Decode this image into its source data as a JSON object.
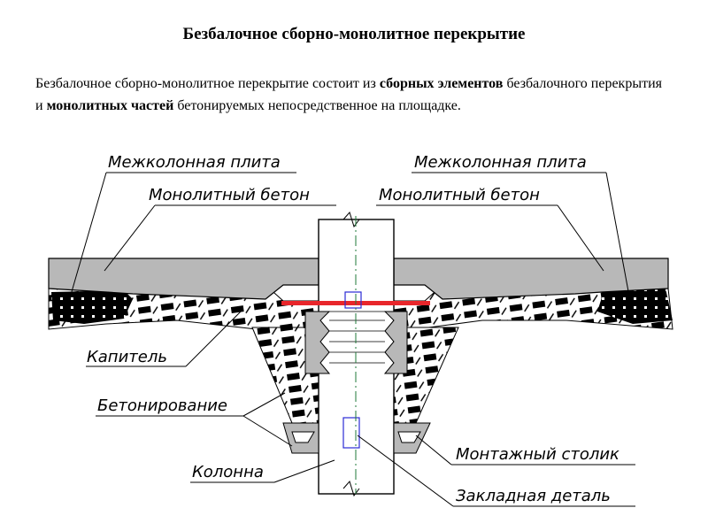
{
  "title": "Безбалочное сборно-монолитное перекрытие",
  "intro": {
    "part1": "Безбалочное сборно-монолитное перекрытие состоит из ",
    "bold1": "сборных элементов",
    "part2": " безбалочного перекрытия и ",
    "bold2": "монолитных частей",
    "part3": " бетонируемых непосредственное на площадке."
  },
  "labels": {
    "plate_left": "Межколонная плита",
    "plate_right": "Межколонная плита",
    "concrete_left": "Монолитный бетон",
    "concrete_right": "Монолитный бетон",
    "capital": "Капитель",
    "concreting": "Бетонирование",
    "column": "Колонна",
    "mount_table": "Монтажный столик",
    "embedded_part": "Закладная деталь"
  },
  "colors": {
    "slab": "#b8b8b8",
    "hatch": "#000000",
    "embedded_bar": "#e8262b",
    "embedded_box": "#2b2bd6",
    "axis": "#1f7a3a"
  }
}
